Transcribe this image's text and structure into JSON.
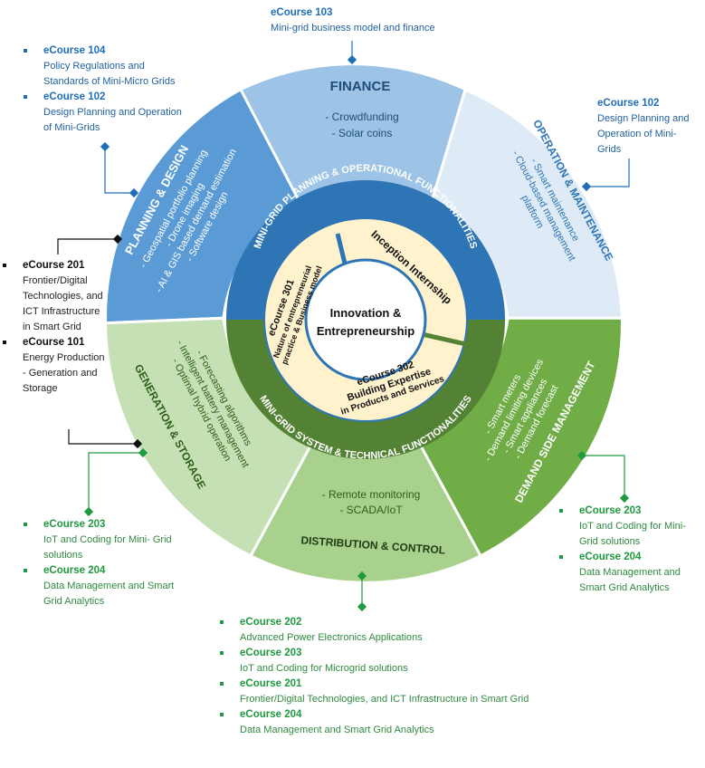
{
  "center": {
    "line1": "Innovation &",
    "line2": "Entrepreneurship"
  },
  "inner_sections": {
    "inception": "Inception Internship",
    "ec301": {
      "title": "eCourse 301",
      "line2": "Nature of entrepreneurial",
      "line3": "practice & Business model"
    },
    "ec302": {
      "title": "eCourse 302",
      "line2": "Building Expertise",
      "line3": "in Products and Services"
    }
  },
  "middle_ring": {
    "top": "MINI-GRID PLANNING & OPERATIONAL FUNCTIONALITIES",
    "bottom": "MINI-GRID SYSTEM & TECHNICAL FUNCTIONALITIES"
  },
  "segments": {
    "finance": {
      "title": "FINANCE",
      "items": [
        "- Crowdfunding",
        "- Solar coins"
      ]
    },
    "operation": {
      "title": "OPERATION & MAINTENANCE",
      "items": [
        "- Smart maintenance",
        "- Cloud-based management",
        "platform"
      ]
    },
    "demand": {
      "title": "DEMAND SIDE MANAGEMENT",
      "items": [
        "- Smart meters",
        "- Demand limiting devices",
        "- Smart appliances",
        "- Demand forecast"
      ]
    },
    "distribution": {
      "title": "DISTRIBUTION & CONTROL",
      "items": [
        "- Remote monitoring",
        "- SCADA/IoT"
      ]
    },
    "generation": {
      "title": "GENERATION & STORAGE",
      "items": [
        "- Forecasting algorithms",
        "- Intelligent battery management",
        "- Optimal hybrid operation"
      ]
    },
    "planning": {
      "title": "PLANNING & DESIGN",
      "items": [
        "- Geospatial portfolio planning",
        "- Drone imaging",
        "- AI & GIS based demand estimation",
        "- Software design"
      ]
    }
  },
  "courses": {
    "finance_top": {
      "title": "eCourse 103",
      "desc": "Mini-grid business model and finance"
    },
    "planning_left": [
      {
        "title": "eCourse 104",
        "desc": "Policy Regulations and Standards of Mini-Micro Grids"
      },
      {
        "title": "eCourse 102",
        "desc": "Design Planning and Operation of Mini-Grids"
      }
    ],
    "operation_right": {
      "title": "eCourse 102",
      "desc": "Design Planning and Operation of Mini-Grids"
    },
    "left_black": [
      {
        "title": "eCourse 201",
        "desc": "Frontier/Digital Technologies, and ICT Infrastructure in Smart Grid"
      },
      {
        "title": "eCourse 101",
        "desc": "Energy Production - Generation and Storage"
      }
    ],
    "generation_left": [
      {
        "title": "eCourse 203",
        "desc": "IoT and Coding for Mini- Grid solutions"
      },
      {
        "title": "eCourse 204",
        "desc": "Data Management and Smart Grid Analytics"
      }
    ],
    "demand_right": [
      {
        "title": "eCourse 203",
        "desc": "IoT and Coding for Mini-Grid solutions"
      },
      {
        "title": "eCourse 204",
        "desc": "Data Management and Smart Grid Analytics"
      }
    ],
    "distribution_bottom": [
      {
        "title": "eCourse 202",
        "desc": "Advanced Power Electronics Applications"
      },
      {
        "title": "eCourse 203",
        "desc": "IoT and Coding for Microgrid solutions"
      },
      {
        "title": "eCourse 201",
        "desc": "Frontier/Digital Technologies, and ICT Infrastructure in Smart Grid"
      },
      {
        "title": "eCourse 204",
        "desc": "Data Management and Smart Grid Analytics"
      }
    ]
  },
  "colors": {
    "finance": "#9dc3e6",
    "operation": "#deebf7",
    "planning": "#5b9bd5",
    "demand": "#70ad47",
    "distribution": "#a9d18e",
    "generation": "#c5e0b4",
    "ring_top": "#2e75b6",
    "ring_bottom": "#548235",
    "inner": "#fff2cc",
    "blue_text": "#1f4e79",
    "green_text": "#2e5e1a",
    "blue_link": "#1f6fb8",
    "green_link": "#1f9a3e"
  }
}
